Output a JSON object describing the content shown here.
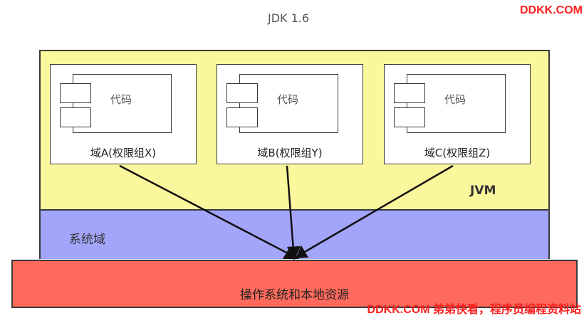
{
  "title": "JDK 1.6",
  "watermark_top": "DDKK.COM",
  "watermark_bottom": "DDKK.COM 弟弟快看，程序员编程资料站",
  "jvm": {
    "label": "JVM"
  },
  "system_domain": {
    "label": "系统域"
  },
  "os_resources": {
    "label": "操作系统和本地资源"
  },
  "domains": [
    {
      "code_label": "代码",
      "label": "域A(权限组X)"
    },
    {
      "code_label": "代码",
      "label": "域B(权限组Y)"
    },
    {
      "code_label": "代码",
      "label": "域C(权限组Z)"
    }
  ],
  "colors": {
    "jvm": "#fbf79c",
    "system_domain": "#a3a5fb",
    "os_resources": "#ff6a5c",
    "watermark": "#ff1f1f"
  }
}
